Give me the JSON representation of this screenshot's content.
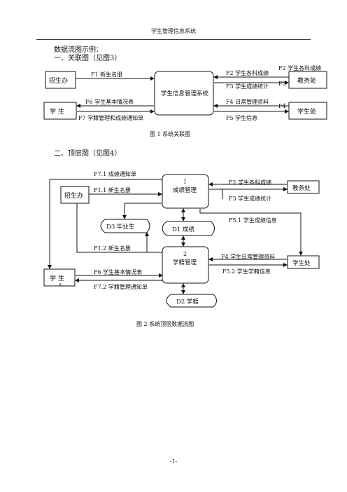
{
  "header": {
    "title": "学生管理信息系统"
  },
  "intro": "数据流图示例：",
  "section1": "一、关联图（见图3）",
  "section2": "二、顶层图（见图4）",
  "fig1": {
    "caption": "图 1  系统关联图",
    "center": "学生信息管理系统",
    "entities": {
      "zhaosheng": "招生办",
      "xuesheng": "学 生",
      "jiaowu": "教务处",
      "xueshengchu": "学生处"
    },
    "flows": {
      "f1": "F1  新生名册",
      "f2": "F2  学生各科成绩",
      "f2b": "F2  学生各科成绩",
      "f3": "F3  学生成绩统计",
      "f3b": "F3",
      "f4": "F4  日常管理资料",
      "f4b": "F4",
      "f5": "F5  学生信息",
      "f6": "F6  学生基本情况表",
      "f7": "F7  学籍管理和成绩通知单"
    }
  },
  "fig2": {
    "caption": "图 2  系统顶层数据流图",
    "process1": {
      "num": "1",
      "name": "成绩管理"
    },
    "process2": {
      "num": "2",
      "name": "学籍管理"
    },
    "entities": {
      "zhaosheng": "招生办",
      "xuesheng": "学 生",
      "jiaowu": "教务处",
      "xueshengchu": "学生处"
    },
    "stores": {
      "d1": "D1  成绩",
      "d2": "D2  学籍",
      "d3": "D3 毕业生"
    },
    "flows": {
      "f71": "F7.1  成绩通知单",
      "f11": "F1.1  新生名册",
      "f12": "F1.2  新生名册",
      "f2": "F2  学生各科成绩",
      "f3": "F3  学生成绩统计",
      "f51": "F5.1  学生成绩信息",
      "f4": "F4  学生日常管理资料",
      "f52": "F5.2  学生学籍信息",
      "f6": "F6  学生基本情况表",
      "f72": "F7.2  学籍管理通知单"
    }
  },
  "page_number": "-1-"
}
